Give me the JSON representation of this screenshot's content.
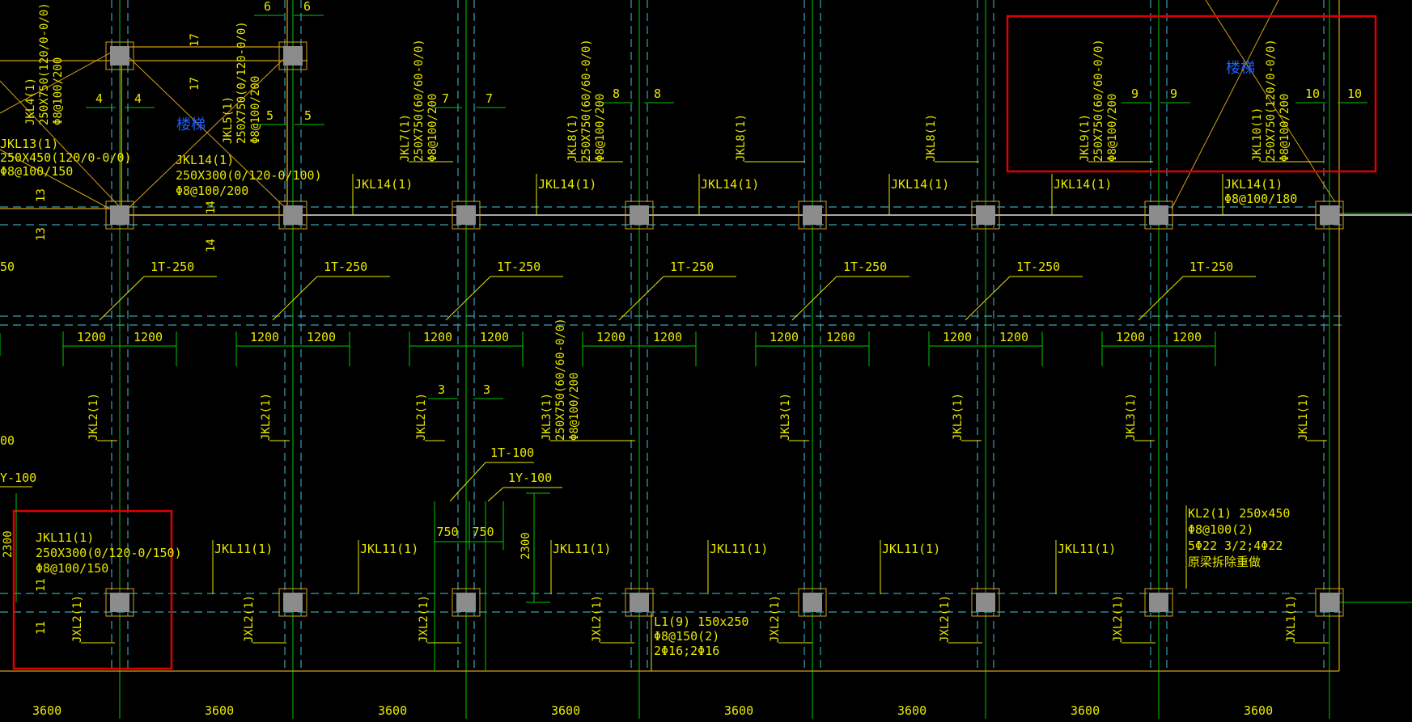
{
  "colors": {
    "background": "#000000",
    "beam": "#e8e800",
    "axis_dashed": "#3aa0b0",
    "column_fill": "#8c8c8c",
    "column_outline": "#d4a017",
    "dimension": "#00c800",
    "highlight_box": "#e00000",
    "stair_label": "#2060ff",
    "wall_line": "#d4a017"
  },
  "top_axis_numbers": [
    "6",
    "6",
    "17",
    "17",
    "4",
    "4",
    "5",
    "5",
    "7",
    "7",
    "8",
    "8",
    "9",
    "9",
    "10",
    "10",
    "3",
    "3",
    "13",
    "13",
    "14",
    "14",
    "11",
    "11"
  ],
  "stair_labels": [
    "楼梯",
    "楼梯"
  ],
  "labels": {
    "jkl4": [
      "JKL4(1)",
      "250X750(120/0-0/0)",
      "Φ8@100/200"
    ],
    "jkl13": [
      "JKL13(1)",
      "250X450(120/0-0/0)",
      "Φ8@100/150"
    ],
    "jkl5": [
      "JKL5(1)",
      "250X750(0/120-0/0)",
      "Φ8@100/200"
    ],
    "jkl14_left": [
      "JKL14(1)",
      "250X300(0/120-0/100)",
      "Φ8@100/200"
    ],
    "jkl7": [
      "JKL7(1)",
      "250X750(60/60-0/0)",
      "Φ8@100/200"
    ],
    "jkl8": [
      "JKL8(1)",
      "250X750(60/60-0/0)",
      "Φ8@100/200"
    ],
    "jkl8_b": "JKL8(1)",
    "jkl8_c": "JKL8(1)",
    "jkl9": [
      "JKL9(1)",
      "250X750(60/60-0/0)",
      "Φ8@100/200"
    ],
    "jkl10": [
      "JKL10(1)",
      "250X750(120/0-0/0)",
      "Φ8@100/200"
    ],
    "jkl14_row": "JKL14(1)",
    "jkl14_last": [
      "JKL14(1)",
      "Φ8@100/180"
    ],
    "slab_1t250": "1T-250",
    "dim_1200": "1200",
    "jkl2": "JKL2(1)",
    "jkl3_full": [
      "JKL3(1)",
      "250X750(60/60-0/0)",
      "Φ8@100/200"
    ],
    "jkl3": "JKL3(1)",
    "jkl1": "JKL1(1)",
    "slab_1t100": "1T-100",
    "slab_1y100": "1Y-100",
    "dim_750": "750",
    "dim_2300": "2300",
    "left_cut_1": "50",
    "left_cut_2": "00",
    "left_cut_3": "Y-100",
    "jkl11_full": [
      "JKL11(1)",
      "250X300(0/120-0/150)",
      "Φ8@100/150"
    ],
    "jkl11": "JKL11(1)",
    "jxl2": "JXL2(1)",
    "jxl1": "JXL1(1)",
    "l1": [
      "L1(9) 150x250",
      "Φ8@150(2)",
      "2Φ16;2Φ16"
    ],
    "kl2": [
      "KL2(1) 250x450",
      "Φ8@100(2)",
      "5Φ22 3/2;4Φ22",
      "原梁拆除重做"
    ],
    "bottom_dims": [
      "3600",
      "3600",
      "3600",
      "3600",
      "3600",
      "3600",
      "3600",
      "3600"
    ]
  }
}
